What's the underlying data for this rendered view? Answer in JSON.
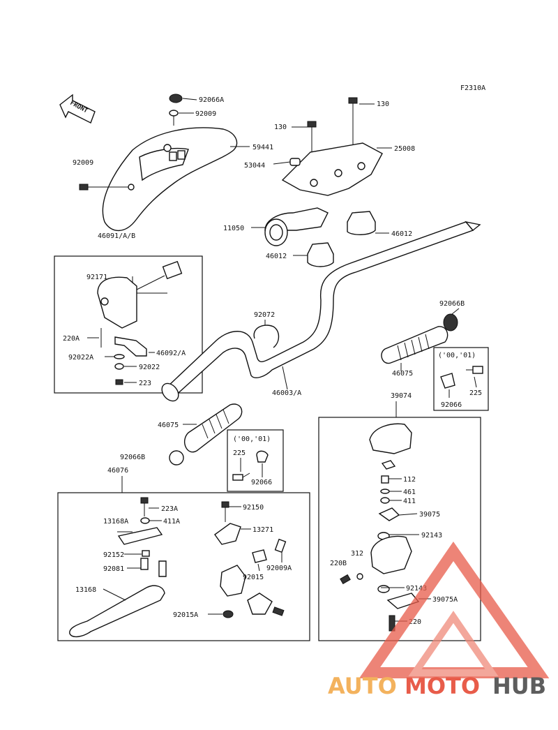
{
  "figure_code": "F2310A",
  "front_arrow": "FRONT",
  "labels": {
    "l92066A": "92066A",
    "l92009a": "92009",
    "l59441": "59441",
    "l92009b": "92009",
    "l46091": "46091/A/B",
    "l130a": "130",
    "l130b": "130",
    "l25008": "25008",
    "l53044": "53044",
    "l11050": "11050",
    "l46012a": "46012",
    "l46012b": "46012",
    "l92171": "92171",
    "l220A": "220A",
    "l46092": "46092/A",
    "l92022A": "92022A",
    "l92022": "92022",
    "l223": "223",
    "l92072": "92072",
    "l46003": "46003/A",
    "l92066B_r": "92066B",
    "l46075_r": "46075",
    "l00_01_r": "('00,'01)",
    "l225_r": "225",
    "l92066_r": "92066",
    "l39074": "39074",
    "l46075_l": "46075",
    "l92066B_l": "92066B",
    "l00_01_l": "('00,'01)",
    "l225_l": "225",
    "l92066_l": "92066",
    "l46076": "46076",
    "l223A": "223A",
    "l13168A": "13168A",
    "l411A": "411A",
    "l92152": "92152",
    "l92081": "92081",
    "l13168": "13168",
    "l92150": "92150",
    "l13271": "13271",
    "l92015": "92015",
    "l92009A": "92009A",
    "l92015A": "92015A",
    "l112": "112",
    "l461": "461",
    "l411": "411",
    "l39075": "39075",
    "l92143a": "92143",
    "l220B": "220B",
    "l312": "312",
    "l92143b": "92143",
    "l39075A": "39075A",
    "l220": "220"
  },
  "watermark": {
    "part1": "AUTO",
    "part2": "MOTO",
    "part3": "HUB"
  }
}
